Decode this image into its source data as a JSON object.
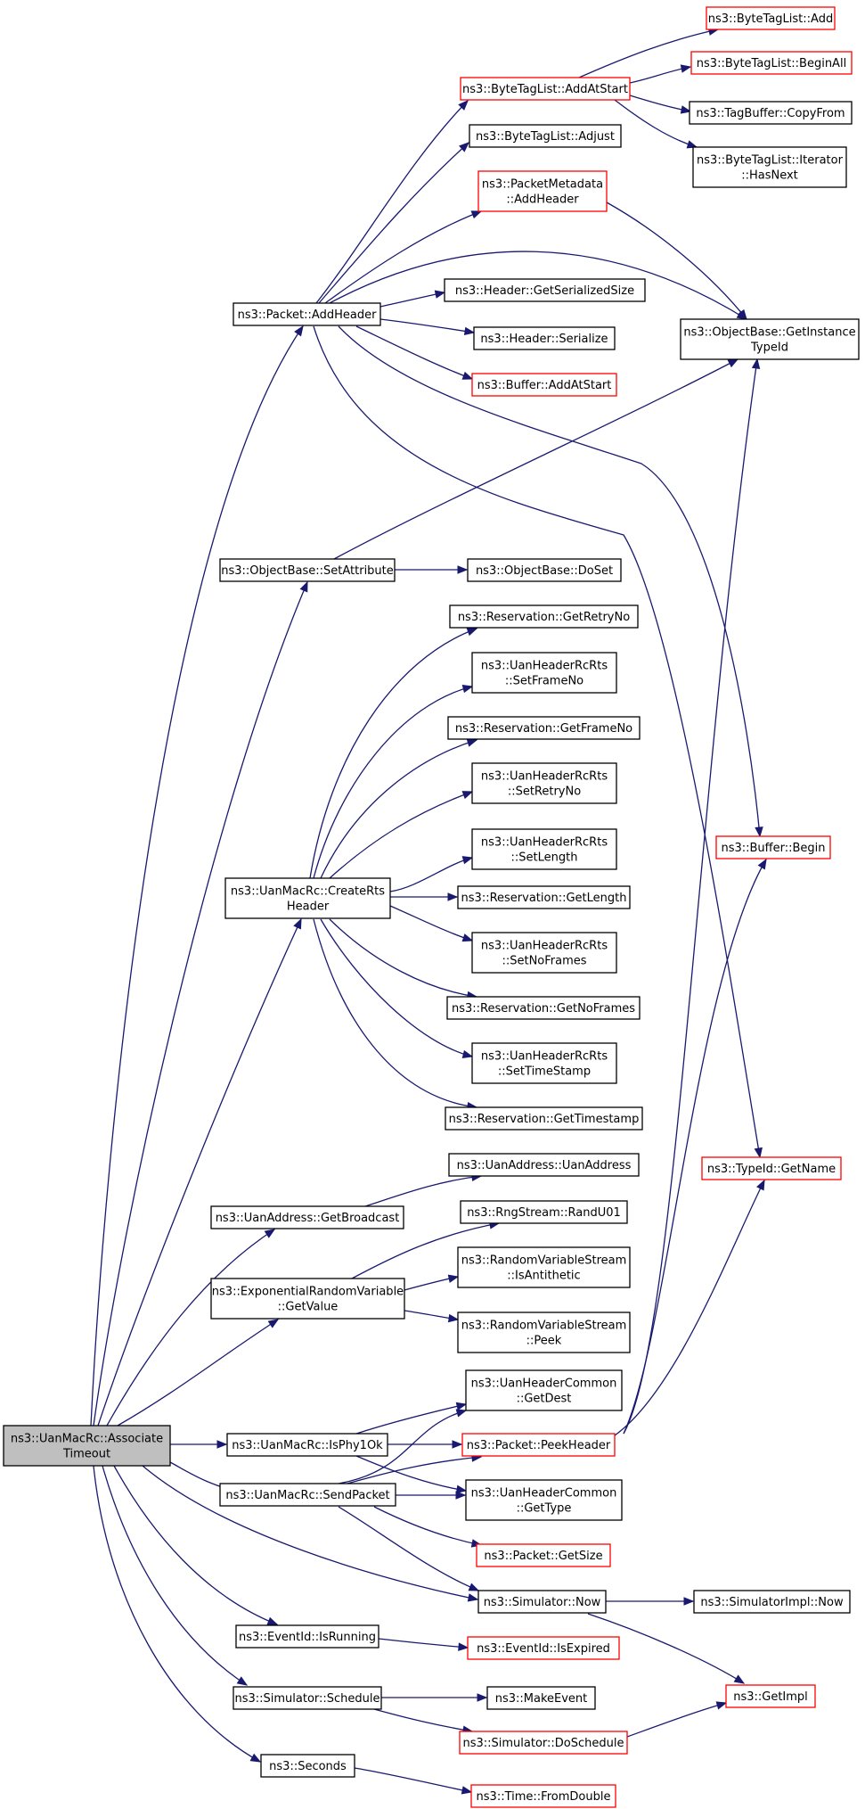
{
  "nodes": [
    {
      "id": "root",
      "lines": [
        "ns3::UanMacRc::Associate",
        "Timeout"
      ],
      "style": "root"
    },
    {
      "id": "addHeader",
      "lines": [
        "ns3::Packet::AddHeader"
      ],
      "style": "black"
    },
    {
      "id": "setAttribute",
      "lines": [
        "ns3::ObjectBase::SetAttribute"
      ],
      "style": "black"
    },
    {
      "id": "createRts",
      "lines": [
        "ns3::UanMacRc::CreateRts",
        "Header"
      ],
      "style": "black"
    },
    {
      "id": "getBroadcast",
      "lines": [
        "ns3::UanAddress::GetBroadcast"
      ],
      "style": "black"
    },
    {
      "id": "expGetValue",
      "lines": [
        "ns3::ExponentialRandomVariable",
        "::GetValue"
      ],
      "style": "black"
    },
    {
      "id": "isPhy1Ok",
      "lines": [
        "ns3::UanMacRc::IsPhy1Ok"
      ],
      "style": "black"
    },
    {
      "id": "sendPacket",
      "lines": [
        "ns3::UanMacRc::SendPacket"
      ],
      "style": "black"
    },
    {
      "id": "isRunning",
      "lines": [
        "ns3::EventId::IsRunning"
      ],
      "style": "black"
    },
    {
      "id": "schedule",
      "lines": [
        "ns3::Simulator::Schedule"
      ],
      "style": "black"
    },
    {
      "id": "seconds",
      "lines": [
        "ns3::Seconds"
      ],
      "style": "black"
    },
    {
      "id": "btlAddAtStart",
      "lines": [
        "ns3::ByteTagList::AddAtStart"
      ],
      "style": "red"
    },
    {
      "id": "btlAdjust",
      "lines": [
        "ns3::ByteTagList::Adjust"
      ],
      "style": "black"
    },
    {
      "id": "pmAddHeader",
      "lines": [
        "ns3::PacketMetadata",
        "::AddHeader"
      ],
      "style": "red"
    },
    {
      "id": "hdrGetSerSize",
      "lines": [
        "ns3::Header::GetSerializedSize"
      ],
      "style": "black"
    },
    {
      "id": "hdrSerialize",
      "lines": [
        "ns3::Header::Serialize"
      ],
      "style": "black"
    },
    {
      "id": "bufAddAtStart",
      "lines": [
        "ns3::Buffer::AddAtStart"
      ],
      "style": "red"
    },
    {
      "id": "obDoSet",
      "lines": [
        "ns3::ObjectBase::DoSet"
      ],
      "style": "black"
    },
    {
      "id": "resGetRetryNo",
      "lines": [
        "ns3::Reservation::GetRetryNo"
      ],
      "style": "black"
    },
    {
      "id": "setFrameNo",
      "lines": [
        "ns3::UanHeaderRcRts",
        "::SetFrameNo"
      ],
      "style": "black"
    },
    {
      "id": "resGetFrameNo",
      "lines": [
        "ns3::Reservation::GetFrameNo"
      ],
      "style": "black"
    },
    {
      "id": "setRetryNo",
      "lines": [
        "ns3::UanHeaderRcRts",
        "::SetRetryNo"
      ],
      "style": "black"
    },
    {
      "id": "setLength",
      "lines": [
        "ns3::UanHeaderRcRts",
        "::SetLength"
      ],
      "style": "black"
    },
    {
      "id": "resGetLength",
      "lines": [
        "ns3::Reservation::GetLength"
      ],
      "style": "black"
    },
    {
      "id": "setNoFrames",
      "lines": [
        "ns3::UanHeaderRcRts",
        "::SetNoFrames"
      ],
      "style": "black"
    },
    {
      "id": "resGetNoFrames",
      "lines": [
        "ns3::Reservation::GetNoFrames"
      ],
      "style": "black"
    },
    {
      "id": "setTimeStamp",
      "lines": [
        "ns3::UanHeaderRcRts",
        "::SetTimeStamp"
      ],
      "style": "black"
    },
    {
      "id": "resGetTimestamp",
      "lines": [
        "ns3::Reservation::GetTimestamp"
      ],
      "style": "black"
    },
    {
      "id": "uanAddress",
      "lines": [
        "ns3::UanAddress::UanAddress"
      ],
      "style": "black"
    },
    {
      "id": "randU01",
      "lines": [
        "ns3::RngStream::RandU01"
      ],
      "style": "black"
    },
    {
      "id": "isAntithetic",
      "lines": [
        "ns3::RandomVariableStream",
        "::IsAntithetic"
      ],
      "style": "black"
    },
    {
      "id": "peek",
      "lines": [
        "ns3::RandomVariableStream",
        "::Peek"
      ],
      "style": "black"
    },
    {
      "id": "getDest",
      "lines": [
        "ns3::UanHeaderCommon",
        "::GetDest"
      ],
      "style": "black"
    },
    {
      "id": "peekHeader",
      "lines": [
        "ns3::Packet::PeekHeader"
      ],
      "style": "red"
    },
    {
      "id": "getType",
      "lines": [
        "ns3::UanHeaderCommon",
        "::GetType"
      ],
      "style": "black"
    },
    {
      "id": "pktGetSize",
      "lines": [
        "ns3::Packet::GetSize"
      ],
      "style": "red"
    },
    {
      "id": "simNow",
      "lines": [
        "ns3::Simulator::Now"
      ],
      "style": "black"
    },
    {
      "id": "isExpired",
      "lines": [
        "ns3::EventId::IsExpired"
      ],
      "style": "red"
    },
    {
      "id": "makeEvent",
      "lines": [
        "ns3::MakeEvent"
      ],
      "style": "black"
    },
    {
      "id": "doSchedule",
      "lines": [
        "ns3::Simulator::DoSchedule"
      ],
      "style": "red"
    },
    {
      "id": "fromDouble",
      "lines": [
        "ns3::Time::FromDouble"
      ],
      "style": "red"
    },
    {
      "id": "btlAdd",
      "lines": [
        "ns3::ByteTagList::Add"
      ],
      "style": "red"
    },
    {
      "id": "btlBeginAll",
      "lines": [
        "ns3::ByteTagList::BeginAll"
      ],
      "style": "red"
    },
    {
      "id": "tbCopyFrom",
      "lines": [
        "ns3::TagBuffer::CopyFrom"
      ],
      "style": "black"
    },
    {
      "id": "iterHasNext",
      "lines": [
        "ns3::ByteTagList::Iterator",
        "::HasNext"
      ],
      "style": "black"
    },
    {
      "id": "getInstanceTypeId",
      "lines": [
        "ns3::ObjectBase::GetInstance",
        "TypeId"
      ],
      "style": "black"
    },
    {
      "id": "bufBegin",
      "lines": [
        "ns3::Buffer::Begin"
      ],
      "style": "red"
    },
    {
      "id": "typeIdGetName",
      "lines": [
        "ns3::TypeId::GetName"
      ],
      "style": "red"
    },
    {
      "id": "simImplNow",
      "lines": [
        "ns3::SimulatorImpl::Now"
      ],
      "style": "black"
    },
    {
      "id": "getImpl",
      "lines": [
        "ns3::GetImpl"
      ],
      "style": "red"
    }
  ]
}
